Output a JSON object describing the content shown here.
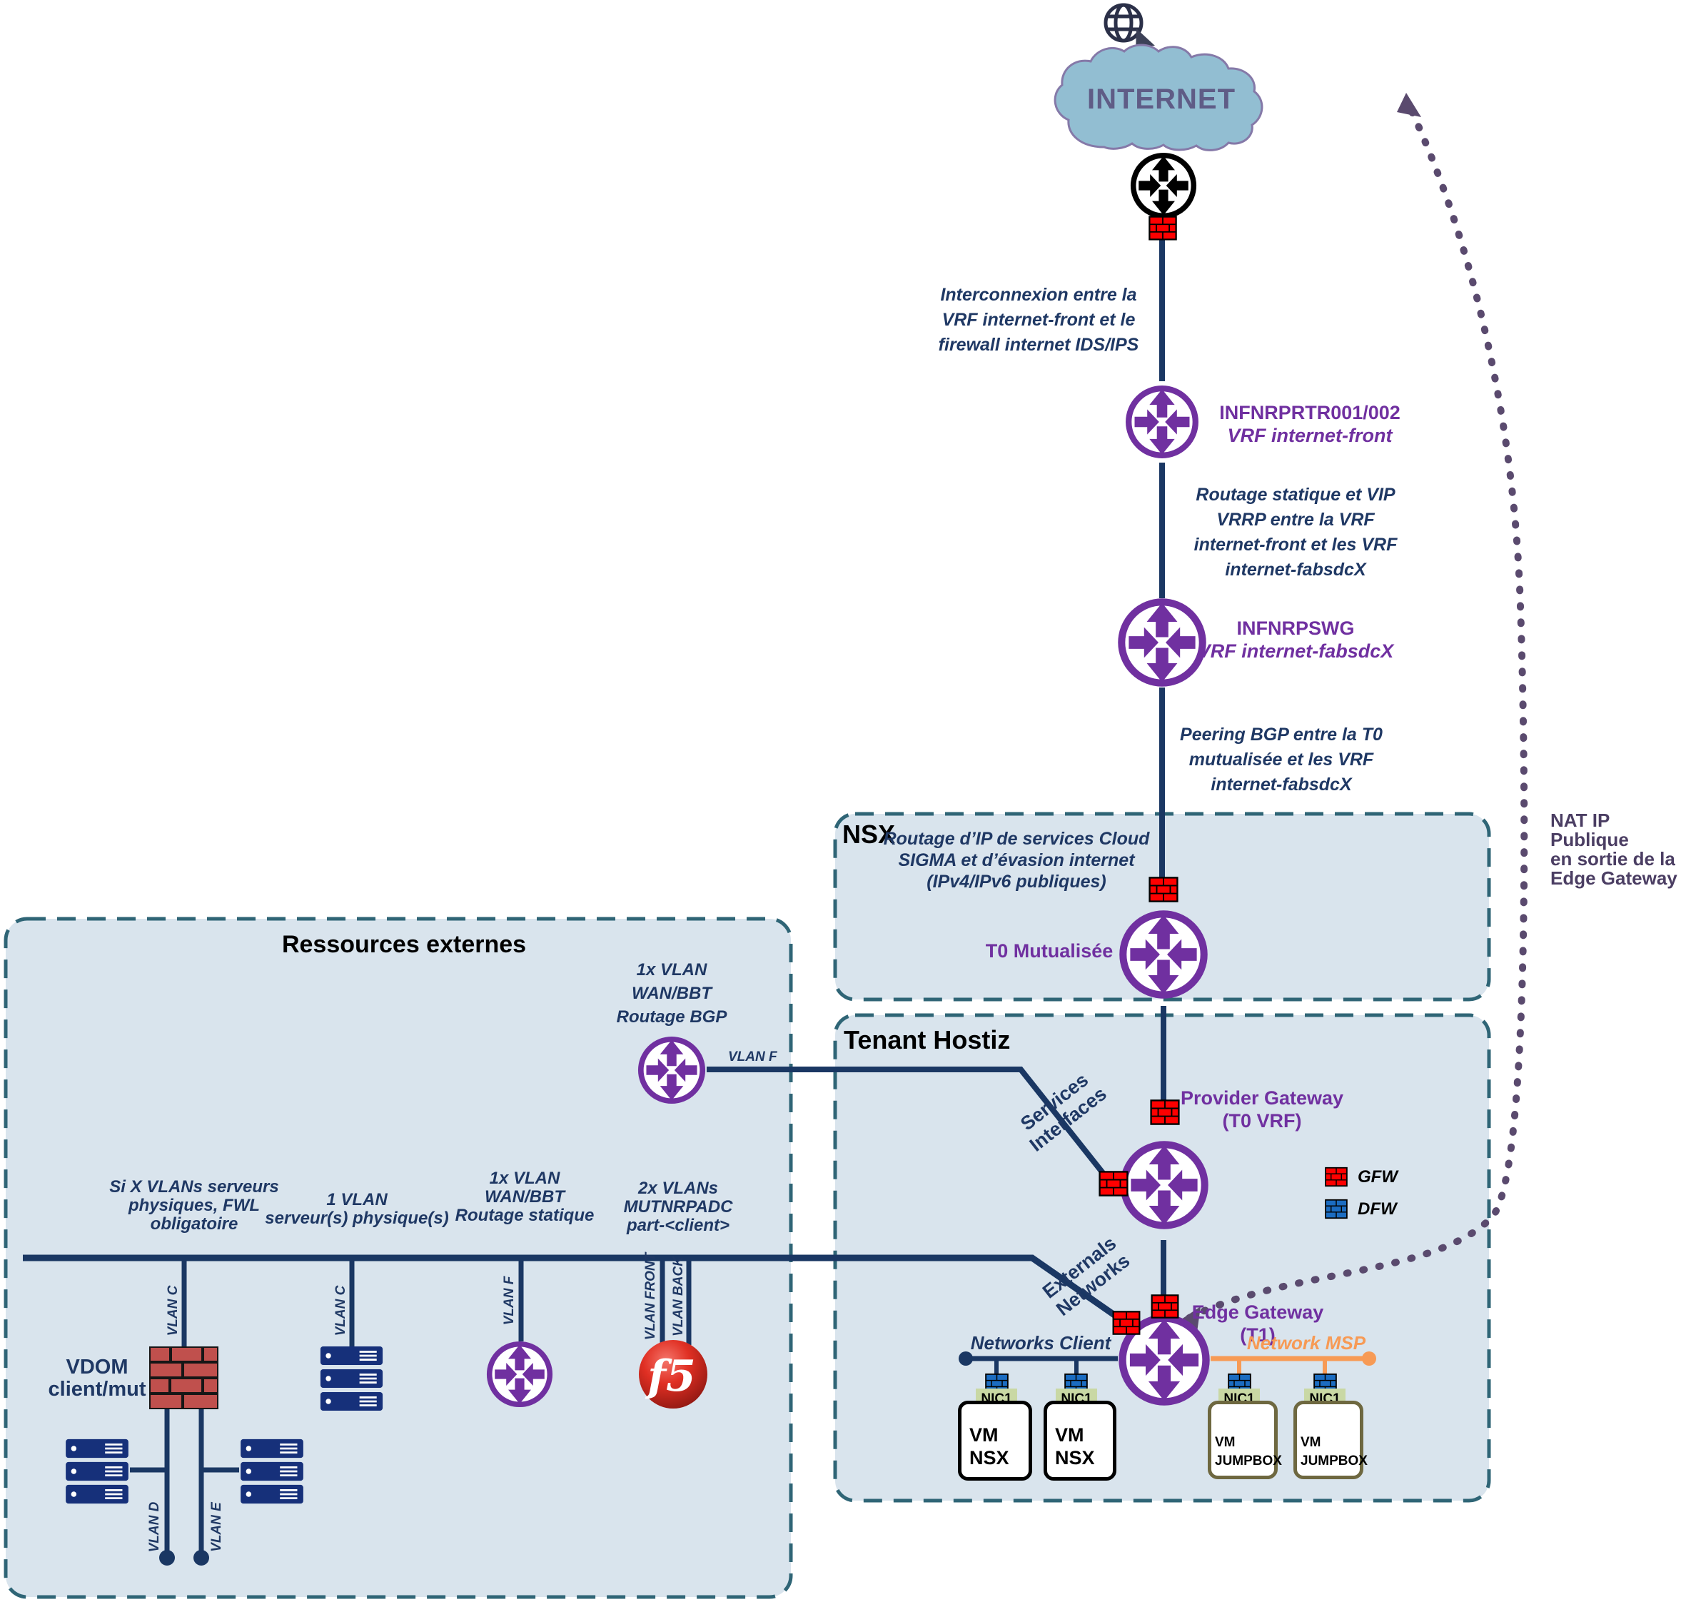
{
  "colors": {
    "navy": "#1f3864",
    "purple": "#7030a0",
    "orange": "#f79a55",
    "nat_purple": "#5a4a6e",
    "box_fill": "#d9e4ed",
    "box_border": "#2f6576",
    "gfw_red": "#fe0000",
    "dfw_blue": "#1b6cc1",
    "cloud_fill": "#92bed2"
  },
  "internet": {
    "label": "INTERNET"
  },
  "spine": {
    "interconnect_note": "Interconnexion entre la\nVRF internet-front et le\nfirewall internet IDS/IPS",
    "router1_name": "INFNRPRTR001/002",
    "router1_vrf": "VRF internet-front",
    "static_note": "Routage statique et VIP\nVRRP entre la VRF\ninternet-front et les VRF\ninternet-fabsdcX",
    "router2_name": "INFNRPSWG",
    "router2_vrf": "VRF internet-fabsdcX",
    "peering_note": "Peering BGP entre la T0\nmutualisée et les VRF\ninternet-fabsdcX"
  },
  "nsx": {
    "title": "NSX",
    "note": "Routage d’IP de services Cloud\nSIGMA et d’évasion internet\n(IPv4/IPv6 publiques)",
    "t0_label": "T0 Mutualisée"
  },
  "tenant": {
    "title": "Tenant Hostiz",
    "services_interfaces": "Services\nInterfaces",
    "provider_gateway": "Provider Gateway\n(T0 VRF)",
    "externals_networks": "Externals\nNetworks",
    "edge_gateway": "Edge Gateway\n(T1)",
    "legend": {
      "gfw": "GFW",
      "dfw": "DFW"
    },
    "networks_client": "Networks Client",
    "network_msp": "Network MSP",
    "nic_label": "NIC1",
    "vm_nsx": "VM\nNSX",
    "vm_jumpbox": "VM\nJUMPBOX"
  },
  "nat_note": "NAT IP Publique\nen sortie de la\nEdge Gateway",
  "ressources": {
    "title": "Ressources externes",
    "bgp_note": "1x VLAN\nWAN/BBT\nRoutage BGP",
    "vlan_f_tag": "VLAN F",
    "col1": "Si X VLANs serveurs\nphysiques, FWL\nobligatoire",
    "col2": "1 VLAN\nserveur(s) physique(s)",
    "col3": "1x VLAN\nWAN/BBT\nRoutage statique",
    "col4": "2x VLANs\nMUTNRPADC\npart-<client>",
    "vdom": "VDOM\nclient/mut",
    "f5": "f5",
    "vlan_tags": {
      "c1": "VLAN C",
      "c2": "VLAN C",
      "f": "VLAN F",
      "front": "VLAN FRONT",
      "back": "VLAN BACK",
      "d": "VLAN D",
      "e": "VLAN E"
    }
  }
}
